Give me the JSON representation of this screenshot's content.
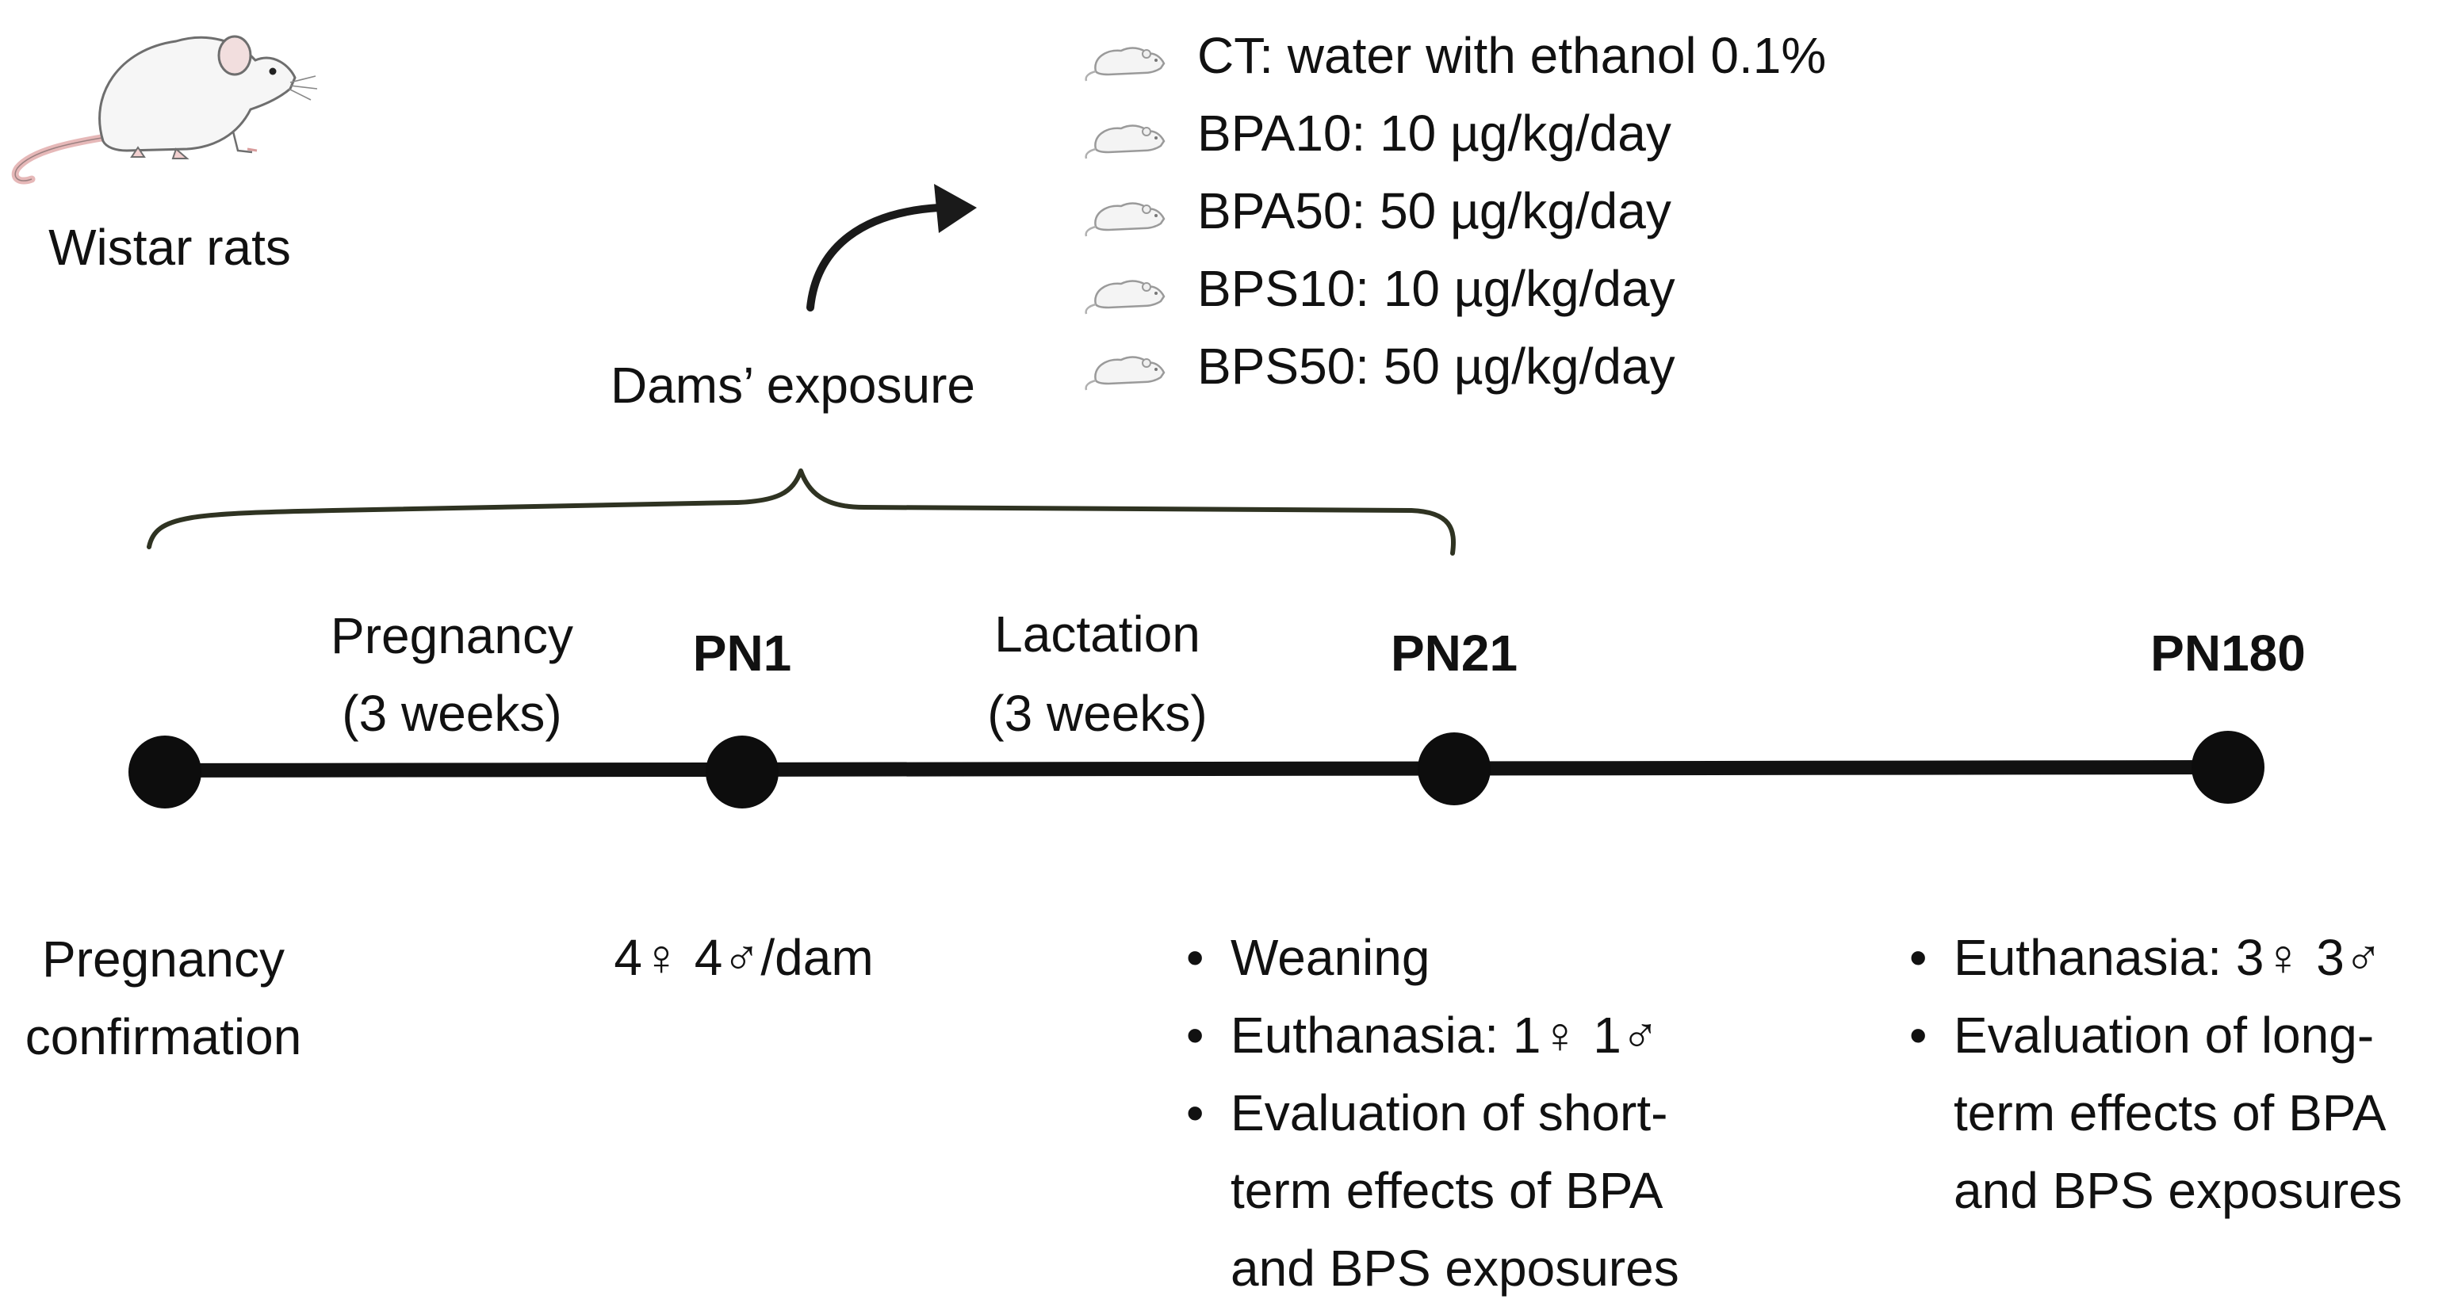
{
  "species": {
    "label": "Wistar rats"
  },
  "exposure": {
    "label": "Dams’ exposure",
    "groups": [
      "CT: water with ethanol 0.1%",
      "BPA10: 10 µg/kg/day",
      "BPA50: 50 µg/kg/day",
      "BPS10: 10 µg/kg/day",
      "BPS50: 50 µg/kg/day"
    ]
  },
  "timeline": {
    "periods": [
      {
        "line1": "Pregnancy",
        "line2": "(3 weeks)"
      },
      {
        "line1": "Lactation",
        "line2": "(3 weeks)"
      }
    ],
    "milestones": [
      "PN1",
      "PN21",
      "PN180"
    ]
  },
  "events": {
    "start": [
      "Pregnancy",
      "confirmation"
    ],
    "pn1": "4♀ 4♂/dam",
    "pn21": [
      [
        "Weaning"
      ],
      [
        "Euthanasia: 1♀ 1♂"
      ],
      [
        "Evaluation of short-",
        "term effects of BPA",
        "and BPS exposures"
      ]
    ],
    "pn180": [
      [
        "Euthanasia: 3♀ 3♂"
      ],
      [
        "Evaluation of long-",
        "term effects of BPA",
        "and BPS exposures"
      ]
    ]
  },
  "colors": {
    "line": "#111111",
    "node": "#0d0d0d",
    "brace": "#2f3322",
    "rat_outline": "#8a8a8a",
    "rat_tail": "#e8b4b4"
  }
}
